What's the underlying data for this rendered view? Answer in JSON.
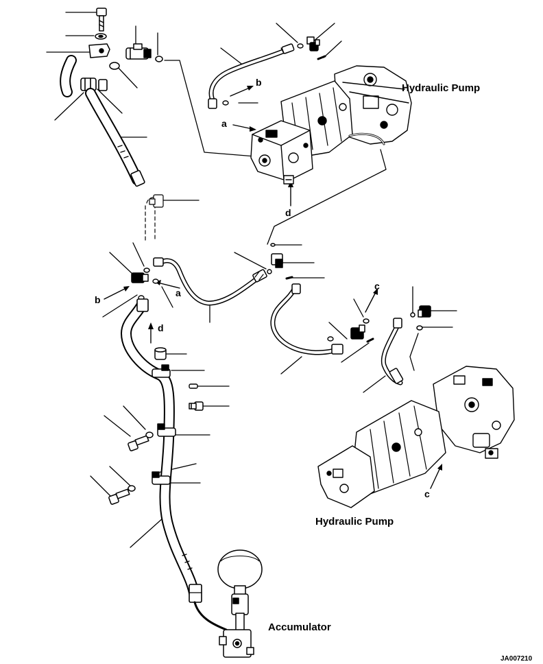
{
  "labels": {
    "pump_top": "Hydraulic Pump",
    "pump_bottom": "Hydraulic Pump",
    "accumulator": "Accumulator",
    "drawing_code": "JA007210"
  },
  "callouts": {
    "a_top": "a",
    "b_top": "b",
    "d_top": "d",
    "a_mid": "a",
    "b_mid": "b",
    "d_mid": "d",
    "c_top": "c",
    "c_bottom": "c"
  }
}
